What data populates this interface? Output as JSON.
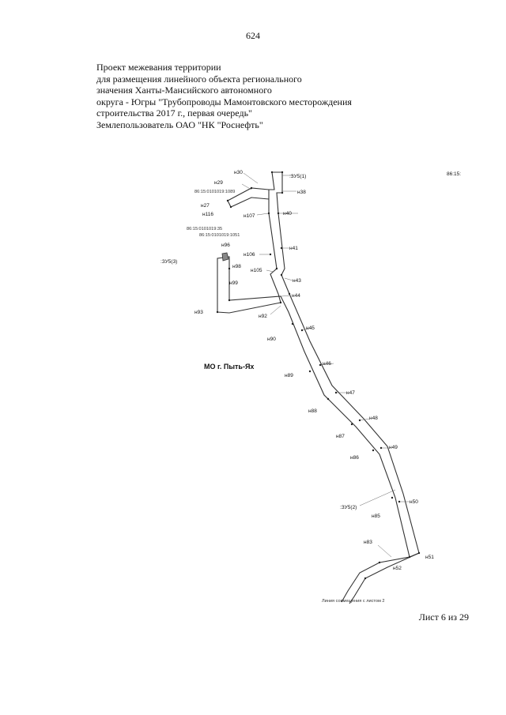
{
  "page_number": "624",
  "header_lines": [
    "Проект межевания территории",
    "для размещения линейного объекта регионального",
    "значения Ханты-Мансийского автономного",
    "округа - Югры \"Трубопроводы Мамонтовского месторождения",
    "строительства 2017 г., первая очередь\"",
    "Землепользователь ОАО \"НК \"Роснефть\""
  ],
  "map": {
    "area_label": "МО г. Пыть-Ях",
    "corner_label": "86:15:",
    "parcel_labels": [
      ":ЗУ5(1)",
      ":ЗУ5(3)",
      ":ЗУ5(2)"
    ],
    "cadastral_labels": [
      "86:15:0101019:1089",
      "86:15:0101019:35",
      "86:15:0101019:1051"
    ],
    "points": [
      "н30",
      "н29",
      "н27",
      "н116",
      "н107",
      "н38",
      "н40",
      "н41",
      "н106",
      "н96",
      "н98",
      "н105",
      "н43",
      "н99",
      "н44",
      "н93",
      "н92",
      "н45",
      "н90",
      "н46",
      "н89",
      "н47",
      "н88",
      "н48",
      "н87",
      "н49",
      "н86",
      "н50",
      "н85",
      "н83",
      "н51",
      "н52"
    ],
    "junction_label": "Линия совмещения с листом 2"
  },
  "sheet_label": "Лист 6 из 29"
}
